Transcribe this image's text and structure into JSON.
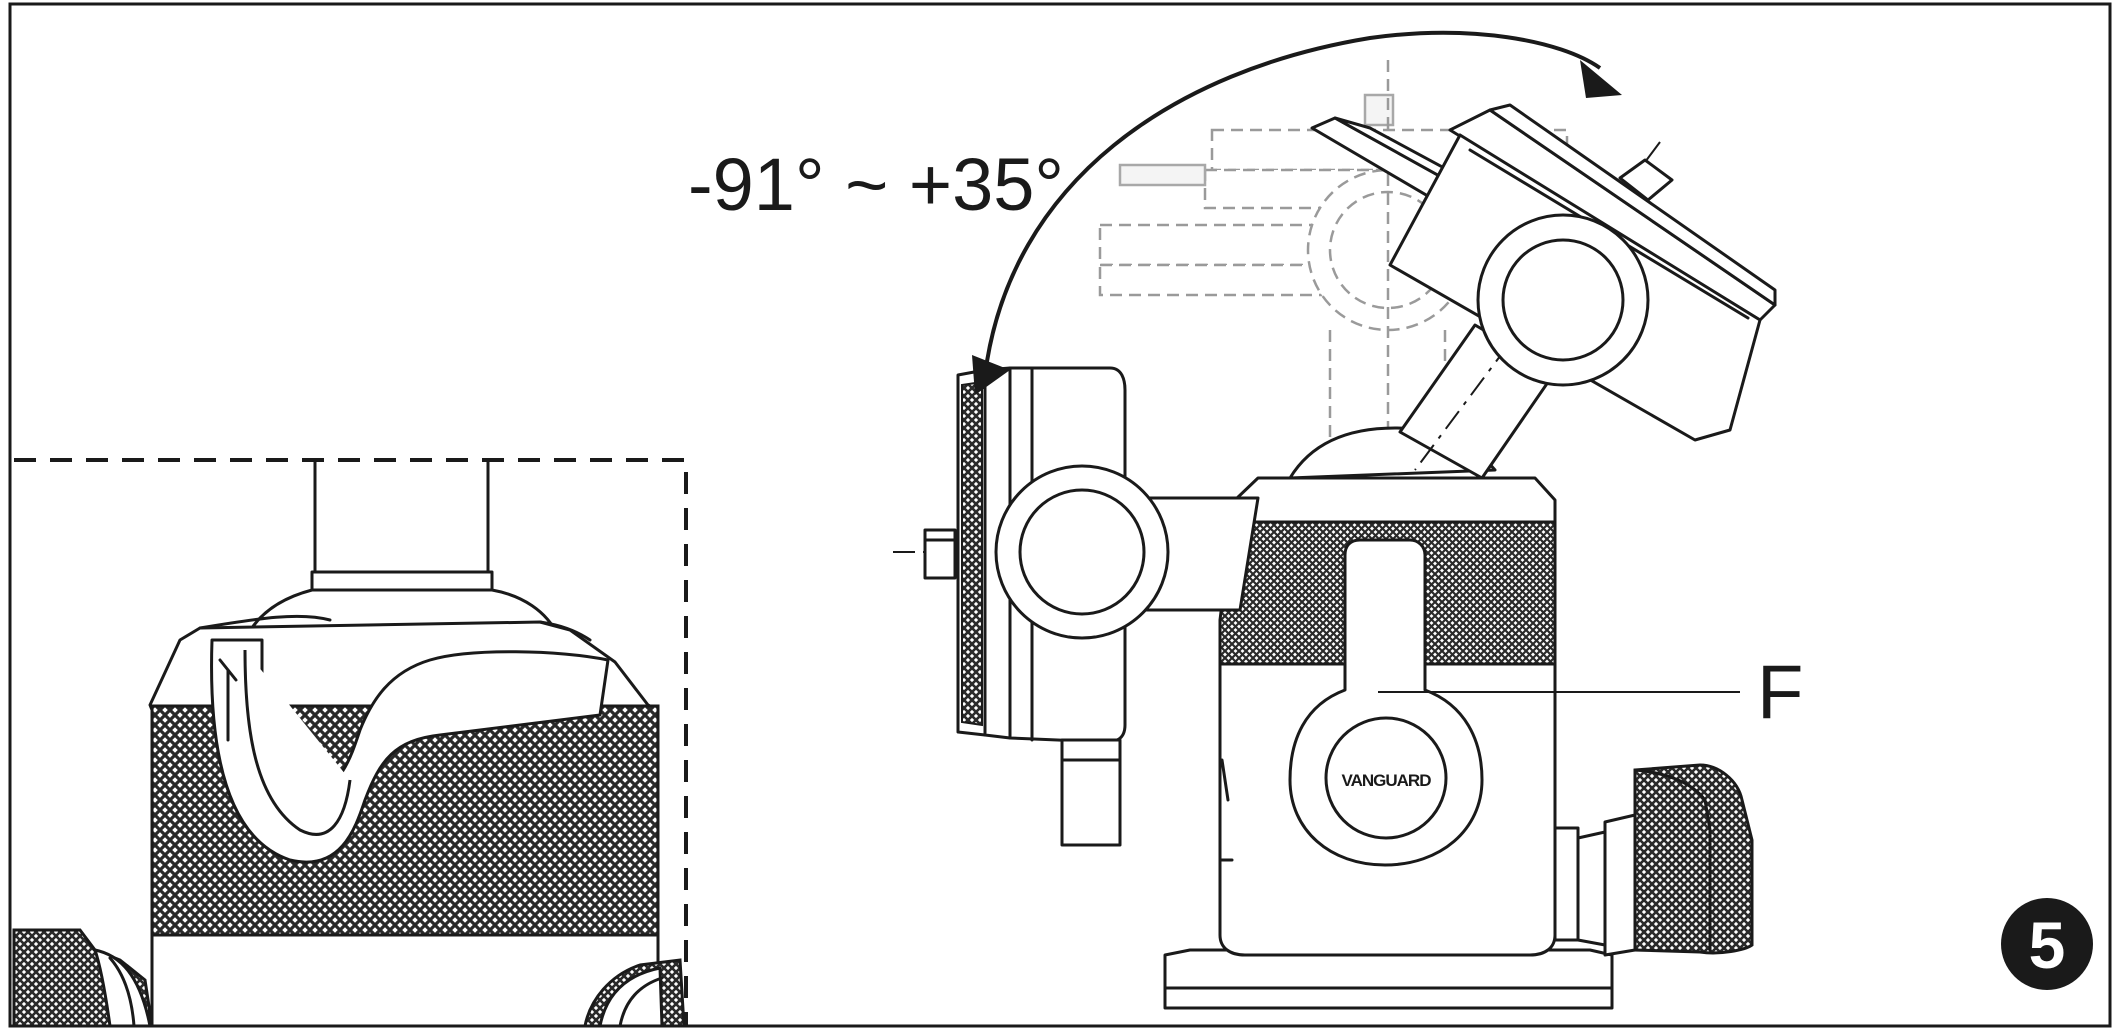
{
  "diagram": {
    "rotation_label": "-91° ~ +35°",
    "part_label": "F",
    "step_badge": "5",
    "brand_mark": "VANGUARD",
    "colors": {
      "ink": "#1a1a1a",
      "ghost": "#9a9a9a",
      "knurl": "#2a2a2a",
      "badge": "#1a1a1a",
      "badge_text": "#ffffff",
      "background": "#ffffff"
    },
    "icons": {
      "rotation_arrow": "double-headed-curved-arrow",
      "step_badge": "filled-circle-numeral"
    }
  }
}
